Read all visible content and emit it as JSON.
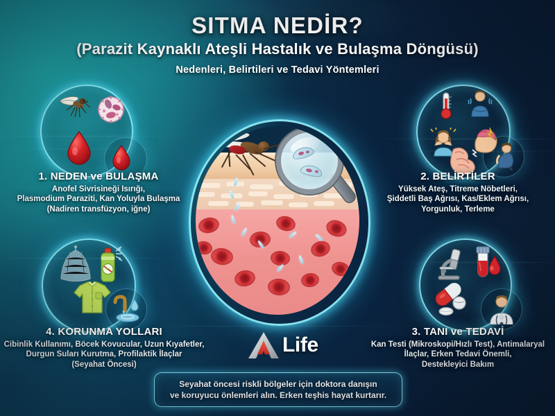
{
  "title": {
    "main": "SITMA NEDİR?",
    "sub": "(Parazit Kaynaklı Ateşli Hastalık ve Bulaşma Döngüsü)",
    "tagline": "Nedenleri, Belirtileri ve Tedavi Yöntemleri"
  },
  "sections": [
    {
      "id": "neden-ve-bulasma",
      "heading": "1. NEDEN ve BULAŞMA",
      "lines": [
        "Anofel Sivrisineği Isırığı,",
        "Plasmodium Paraziti, Kan Yoluyla Bulaşma",
        "(Nadiren transfüzyon, iğne)"
      ],
      "icons": [
        "mosquito-icon",
        "parasite-cell-icon",
        "blood-drop-icon",
        "blood-drop-small-icon"
      ]
    },
    {
      "id": "belirtiler",
      "heading": "2. BELİRTİLER",
      "lines": [
        "Yüksek Ateş, Titreme Nöbetleri,",
        "Şiddetli Baş Ağrısı, Kas/Eklem Ağrısı,",
        "Yorgunluk, Terleme"
      ],
      "icons": [
        "thermometer-icon",
        "shivering-person-icon",
        "headache-person-icon",
        "muscle-pain-icon",
        "fatigued-person-icon"
      ]
    },
    {
      "id": "tani-ve-tedavi",
      "heading": "3. TANI ve TEDAVİ",
      "lines": [
        "Kan Testi (Mikroskopi/Hızlı Test), Antimalaryal",
        "İlaçlar, Erken Tedavi Önemli,",
        "Destekleyici Bakım"
      ],
      "icons": [
        "microscope-icon",
        "blood-test-tube-icon",
        "pills-icon",
        "doctor-icon"
      ]
    },
    {
      "id": "korunma-yollari",
      "heading": "4. KORUNMA YOLLARI",
      "lines": [
        "Cibinlik Kullanımı, Böcek Kovucular, Uzun Kıyafetler,",
        "Durgun Suları Kurutma, Profilaktik İlaçlar",
        "(Seyahat Öncesi)"
      ],
      "icons": [
        "mosquito-net-icon",
        "repellent-spray-icon",
        "long-sleeve-shirt-icon",
        "standing-water-icon"
      ]
    }
  ],
  "center_illustration": {
    "name": "malaria-transmission-diagram",
    "elements": [
      "mosquito-biting-skin-icon",
      "skin-layers",
      "sporozoites",
      "red-blood-cells",
      "magnifier-icon",
      "plasmodium-parasites"
    ]
  },
  "logo": {
    "mark": "a-triangle-logo-icon",
    "text": "Life",
    "full_name": "ALife"
  },
  "banner": {
    "line1": "Seyahat öncesi riskli bölgeler için doktora danışın",
    "line2": "ve koruyucu önlemleri alın. Erken teşhis hayat kurtarır."
  },
  "colors": {
    "teal": "#1f9ea0",
    "navy": "#0c2038",
    "glow_cyan": "#96f5ff",
    "blood_red": "#d93a3c",
    "skin": "#f0cda6",
    "logo_red": "#e8453c",
    "logo_silver": "#b9bec2"
  }
}
